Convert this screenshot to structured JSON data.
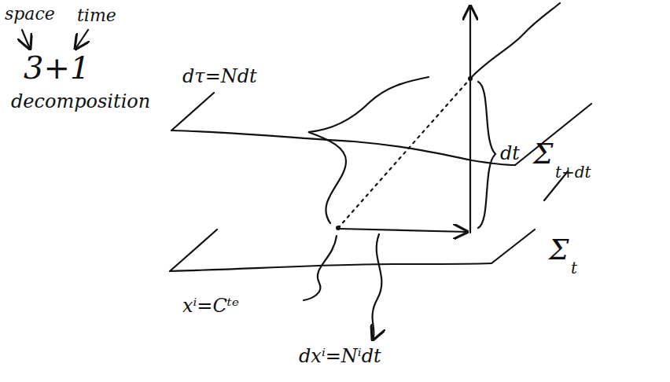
{
  "diagram": {
    "labels": [
      "space",
      "time",
      "3+1",
      "decomposition",
      "dτ=Ndt",
      "dt",
      "Σ",
      "t+dt",
      "Σ",
      "t",
      "xⁱ=Cᵗᵉ",
      "dxⁱ=Nⁱdt"
    ]
  }
}
